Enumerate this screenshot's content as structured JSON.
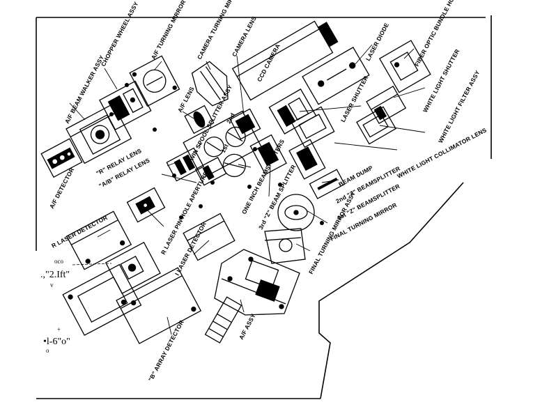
{
  "labels": {
    "chopper_wheel_assy": "CHOPPER WHEEL ASSY",
    "af_turning_mirror": "A/F TURNING MIRROR",
    "camera_turning_mirror": "CAMERA TURNING MIRROR",
    "camera_lens": "CAMERA LENS",
    "ccd_camera": "CCD CAMERA",
    "laser_diode": "LASER DIODE",
    "fiber_optic_bundle_holder": "FIBER OPTIC BUNDLE HOLDER",
    "af_beam_walker_assy": "A/F BEAM WALKER ASSY",
    "af_lens": "A/F LENS",
    "white_light_shutter": "WHITE LIGHT SHUTTER",
    "laser_shutter": "LASER SHUTTER",
    "white_light_filter_assy": "WHITE LIGHT FILTER ASSY",
    "twin_spool_splitter_assy": "TWIN SPOOL SPLITTER ASSY",
    "first_2": "1st",
    "second_2": "2nd",
    "af_detector": "A/F DETECTOR",
    "r_relay_lens": "\"R\" RELAY LENS",
    "ab_relay_lens": "\"A/B\" RELAY LENS",
    "white_light_collimator_lens": "WHITE LIGHT COLLIMATOR LENS",
    "beam_dump": "BEAM DUMP",
    "second_2_beamsplitter": "2nd \"Z\" BEAMSPLITTER",
    "first_2_beamsplitter": "1st \"Z\" BEAMSPLITTER",
    "one_inch_beamsplitters": "ONE INCH BEAMSPLITTERS",
    "third_2_beam_splitter": "3rd \"Z\" BEAM SPLITTER",
    "final_turning_mirror": "FINAL TURNING MIRROR",
    "r_laser_pin_hole_aperture": "R LASER PIN HOLE APERTURE",
    "r_laser_detector": "R LASER DETECTOR",
    "i_laser_detector": "I LASER DETECTOR",
    "final_turning_mirror_assy": "FINAL TURNING MIRROR ASSY",
    "af_assy": "A/F ASSY",
    "b_array_detector": "\"B\" ARRAY DETECTOR"
  },
  "ocr_noise": {
    "line1": ".,\"2.Ift\"",
    "line1_sup": "oco",
    "line1_sub": "v",
    "line2": "•l-6\"o\"",
    "line2_sup": "+",
    "line2_sub": "o"
  }
}
